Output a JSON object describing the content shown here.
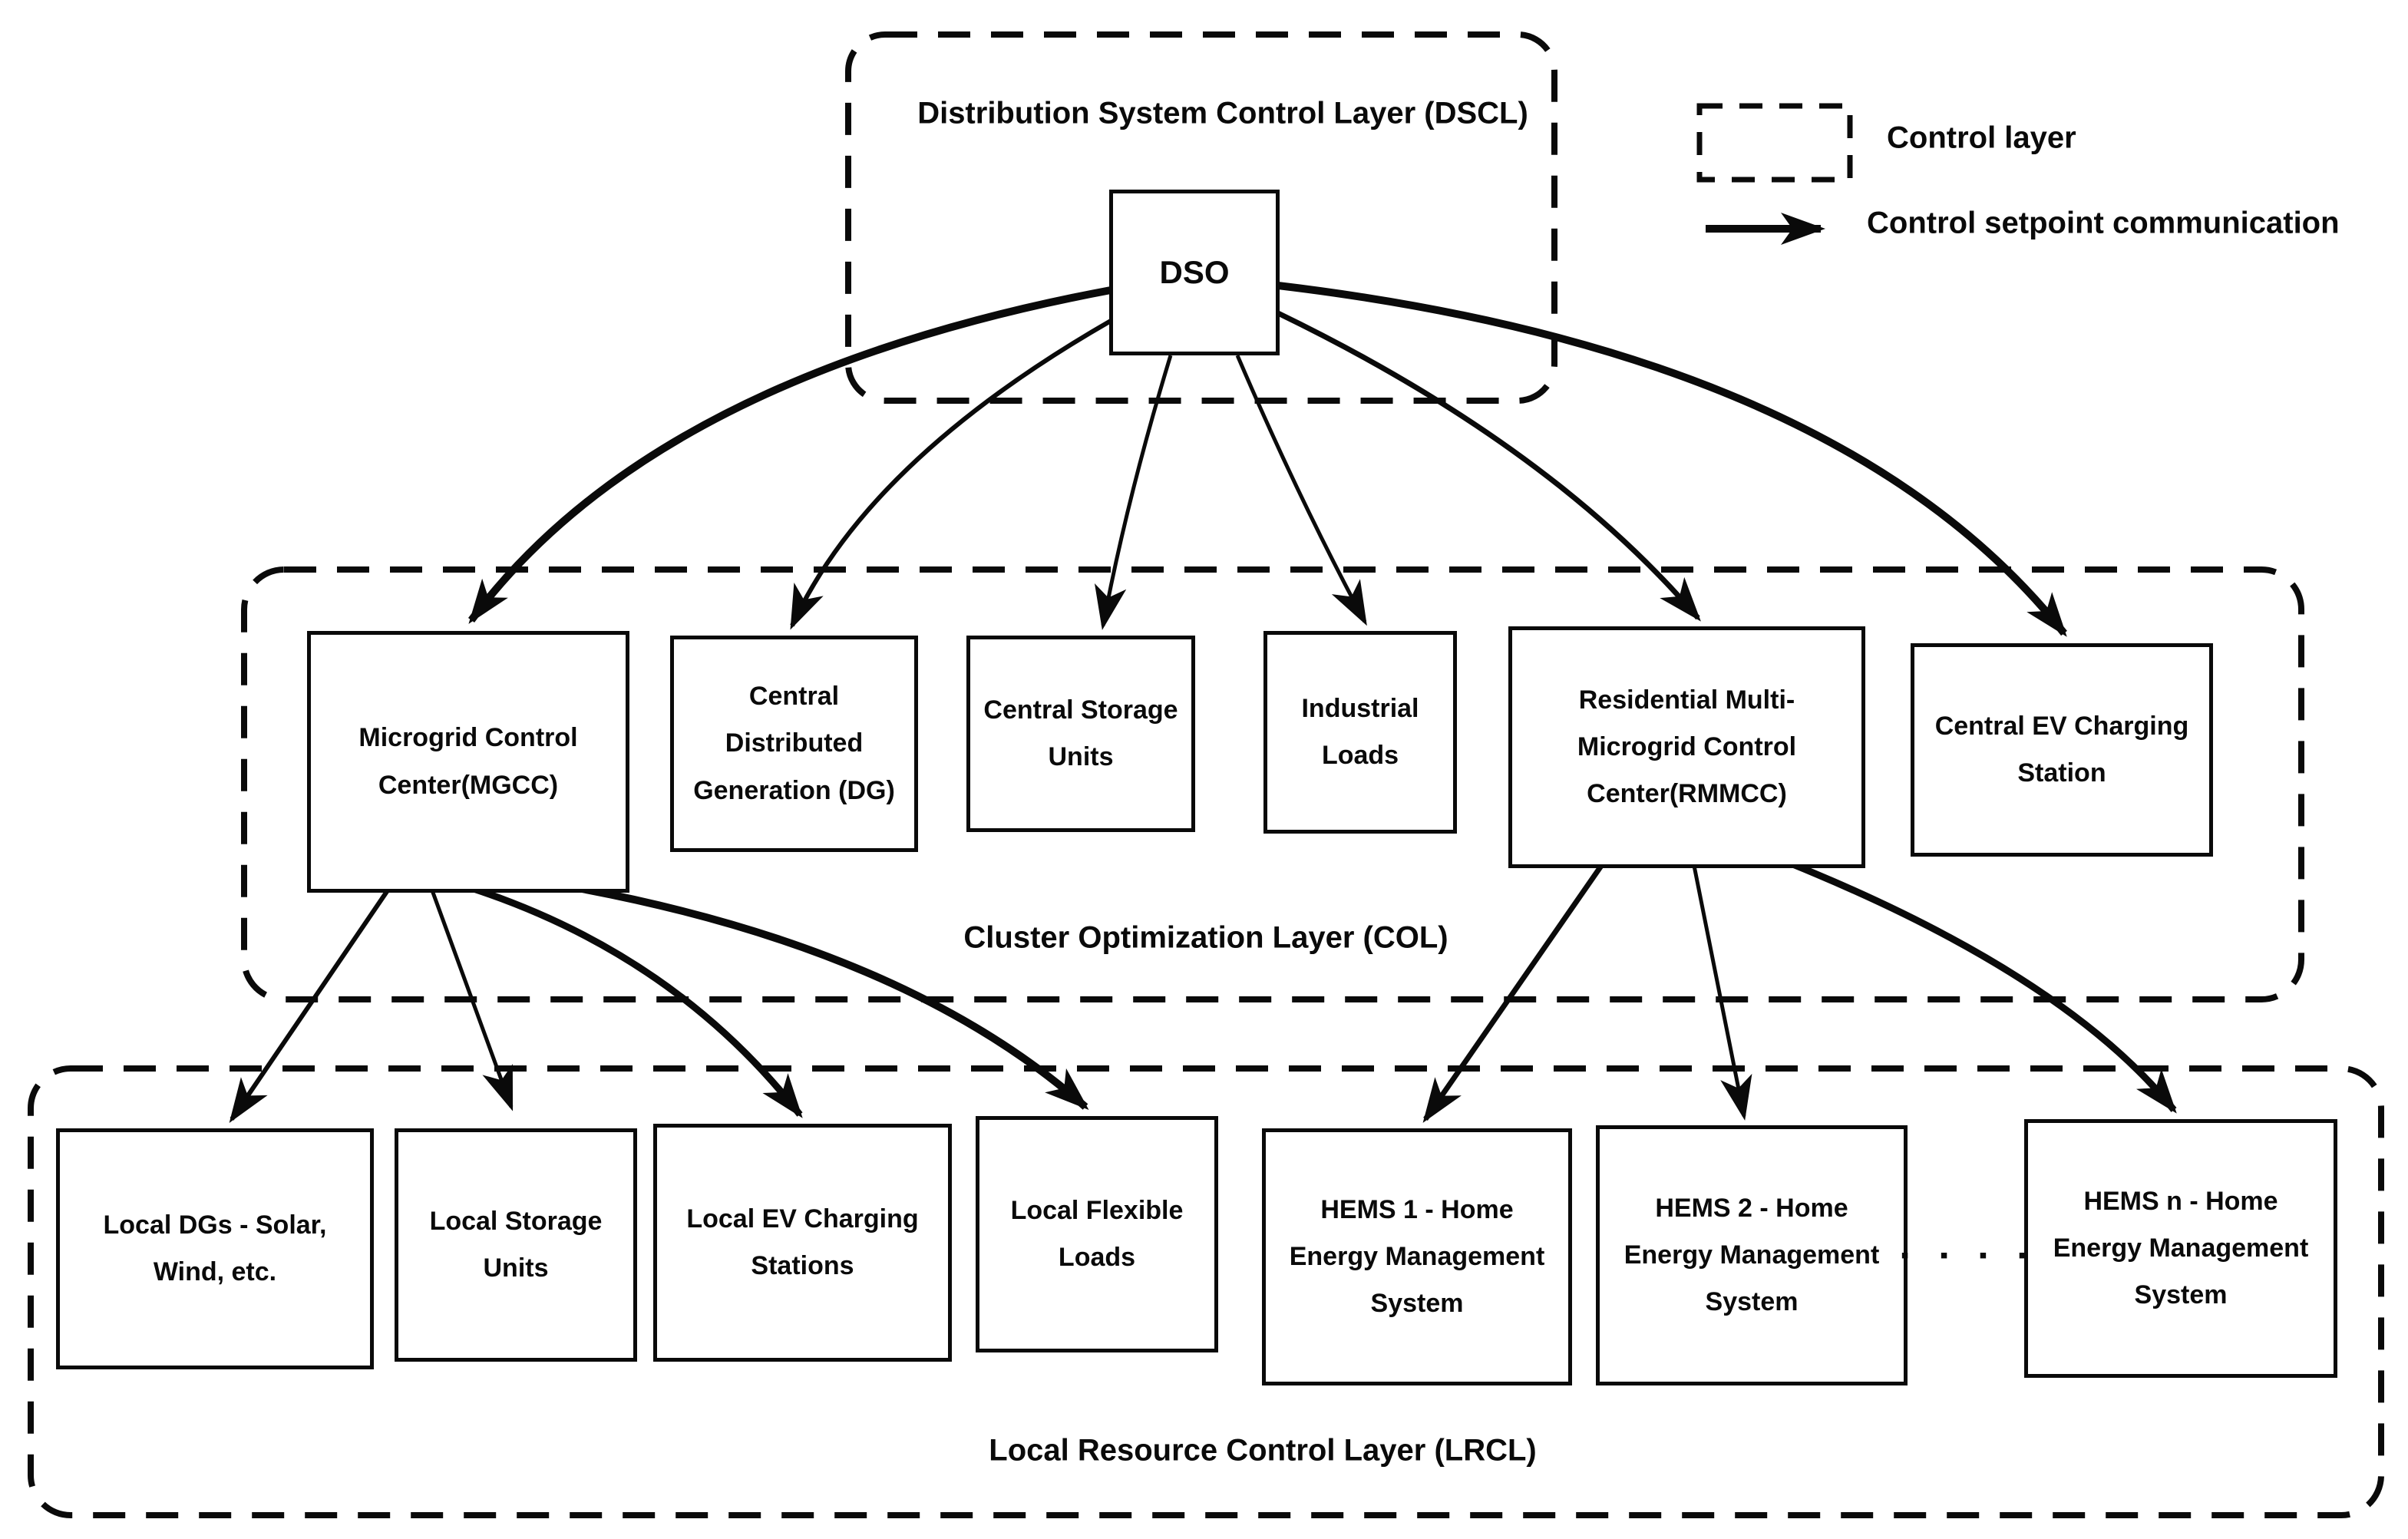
{
  "layers": {
    "dscl": {
      "title": "Distribution System Control Layer (DSCL)"
    },
    "col": {
      "title": "Cluster Optimization Layer (COL)"
    },
    "lrcl": {
      "title": "Local Resource Control Layer (LRCL)"
    }
  },
  "nodes": {
    "dso": {
      "label": "DSO"
    },
    "mgcc": {
      "label": "Microgrid Control\nCenter(MGCC)"
    },
    "central_dg": {
      "label": "Central\nDistributed\nGeneration (DG)"
    },
    "central_storage": {
      "label": "Central Storage\nUnits"
    },
    "industrial": {
      "label": "Industrial\nLoads"
    },
    "rmmcc": {
      "label": "Residential Multi-\nMicrogrid Control\nCenter(RMMCC)"
    },
    "central_ev": {
      "label": "Central EV Charging\nStation"
    },
    "local_dgs": {
      "label": "Local DGs - Solar,\nWind, etc."
    },
    "local_storage": {
      "label": "Local Storage\nUnits"
    },
    "local_ev": {
      "label": "Local EV Charging\nStations"
    },
    "local_flexible": {
      "label": "Local Flexible\nLoads"
    },
    "hems1": {
      "label": "HEMS 1 - Home\nEnergy Management\nSystem"
    },
    "hems2": {
      "label": "HEMS 2 - Home\nEnergy Management\nSystem"
    },
    "hemsn": {
      "label": "HEMS n - Home\nEnergy Management\nSystem"
    }
  },
  "ellipsis": "▪ ▪ ▪ ▪",
  "legend": {
    "control_layer_label": "Control layer",
    "setpoint_label": "Control setpoint communication"
  },
  "edges": [
    {
      "from": "DSO",
      "to": "Microgrid Control Center(MGCC)"
    },
    {
      "from": "DSO",
      "to": "Central Distributed Generation (DG)"
    },
    {
      "from": "DSO",
      "to": "Central Storage Units"
    },
    {
      "from": "DSO",
      "to": "Industrial Loads"
    },
    {
      "from": "DSO",
      "to": "Residential Multi-Microgrid Control Center(RMMCC)"
    },
    {
      "from": "DSO",
      "to": "Central EV Charging Station"
    },
    {
      "from": "MGCC",
      "to": "Local DGs - Solar, Wind, etc."
    },
    {
      "from": "MGCC",
      "to": "Local Storage Units"
    },
    {
      "from": "MGCC",
      "to": "Local EV Charging Stations"
    },
    {
      "from": "MGCC",
      "to": "Local Flexible Loads"
    },
    {
      "from": "RMMCC",
      "to": "HEMS 1 - Home Energy Management System"
    },
    {
      "from": "RMMCC",
      "to": "HEMS 2 - Home Energy Management System"
    },
    {
      "from": "RMMCC",
      "to": "HEMS n - Home Energy Management System"
    }
  ],
  "colors": {
    "ink": "#000000",
    "box_bg": "#ffffff"
  }
}
